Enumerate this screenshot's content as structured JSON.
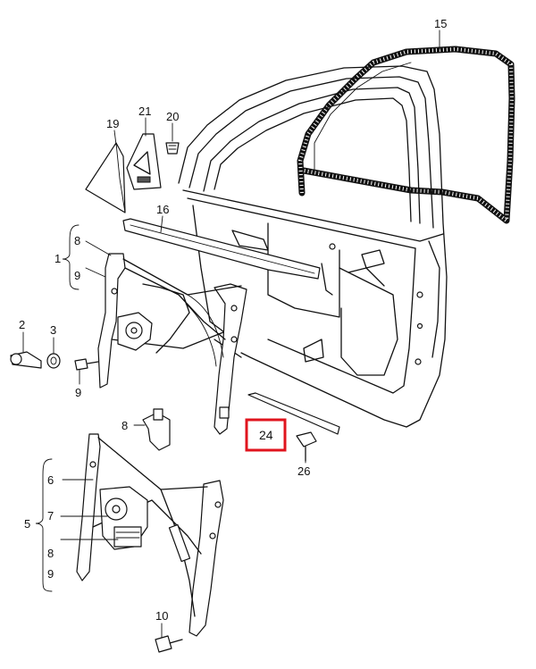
{
  "labels": {
    "l15": "15",
    "l19": "19",
    "l21": "21",
    "l20": "20",
    "l16": "16",
    "l8a": "8",
    "l1": "1",
    "l9a": "9",
    "l2": "2",
    "l3": "3",
    "l9b": "9",
    "l8b": "8",
    "l24": "24",
    "l26": "26",
    "l6": "6",
    "l5": "5",
    "l7": "7",
    "l8c": "8",
    "l9c": "9",
    "l10": "10"
  },
  "highlight": {
    "label_ref": "24",
    "color": "#e0141e"
  },
  "colors": {
    "ink": "#111111",
    "background": "#ffffff"
  }
}
